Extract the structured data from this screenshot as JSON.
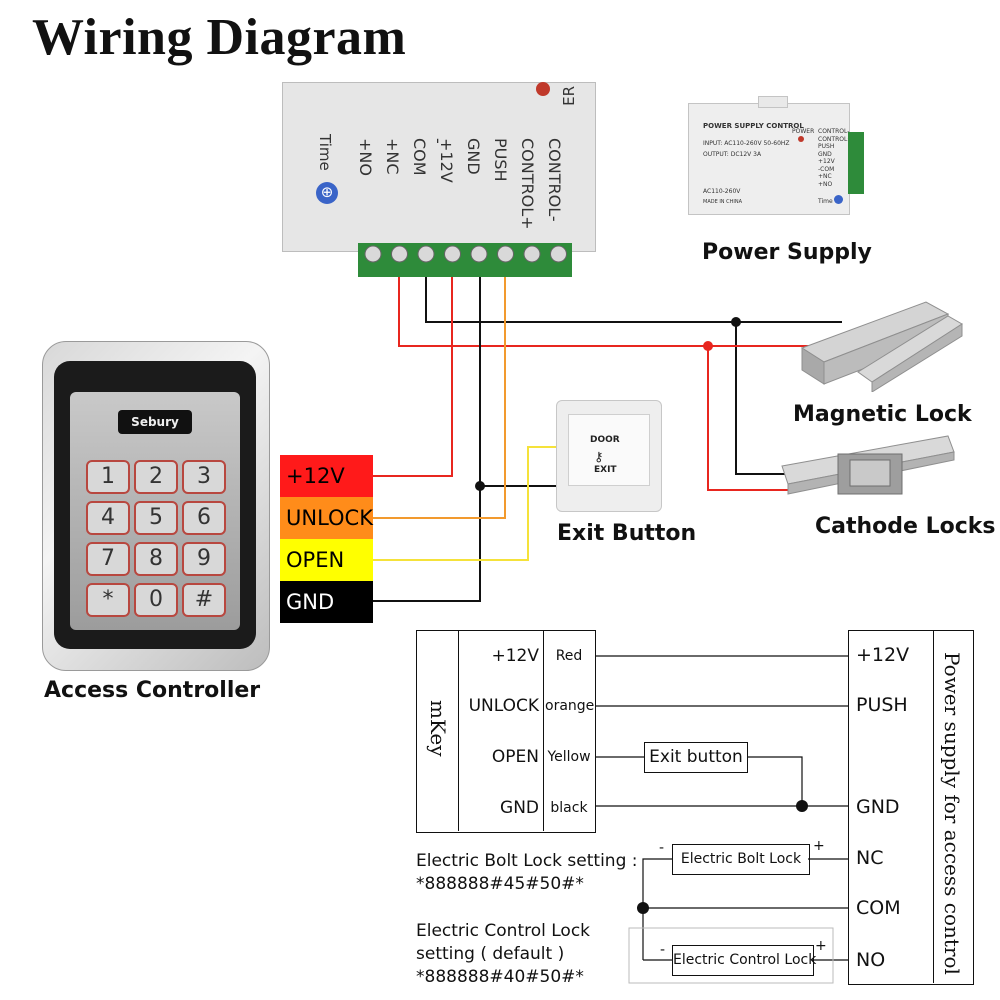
{
  "title": "Wiring Diagram",
  "captions": {
    "power_supply": "Power Supply",
    "magnetic_lock": "Magnetic Lock",
    "cathode_locks": "Cathode Locks",
    "exit_button": "Exit Button",
    "access_controller": "Access Controller"
  },
  "power_supply_unit": {
    "time_label": "Time",
    "partial_label": "ER",
    "terminals": [
      "+NO",
      "+NC",
      "-COM",
      "+12V",
      "GND",
      "PUSH",
      "CONTROL+",
      "CONTROL-"
    ]
  },
  "small_power_supply": {
    "title": "POWER SUPPLY CONTROL",
    "input": "INPUT: AC110-260V 50-60HZ",
    "output": "OUTPUT: DC12V  3A",
    "power": "POWER",
    "rating": "AC110-260V",
    "made": "MADE IN CHINA",
    "time": "Time",
    "terminals": [
      "CONTROL-",
      "CONTROL+",
      "PUSH",
      "GND",
      "+12V",
      "-COM",
      "+NC",
      "+NO"
    ]
  },
  "keypad": {
    "brand": "Sebury",
    "keys": [
      "1",
      "2",
      "3",
      "4",
      "5",
      "6",
      "7",
      "8",
      "9",
      "*",
      "0",
      "#"
    ]
  },
  "exit_button_face": {
    "line1": "DOOR",
    "line2": "EXIT"
  },
  "wire_blocks": [
    {
      "label": "+12V",
      "color": "#ff1a1a",
      "text_color": "#000000"
    },
    {
      "label": "UNLOCK",
      "color": "#ff8c1a",
      "text_color": "#000000"
    },
    {
      "label": "OPEN",
      "color": "#ffff00",
      "text_color": "#000000"
    },
    {
      "label": "GND",
      "color": "#000000",
      "text_color": "#ffffff"
    }
  ],
  "wire_colors": {
    "red": "#e8261f",
    "orange": "#f29a2e",
    "yellow": "#f5e23a",
    "black": "#111111"
  },
  "schematic": {
    "left_label": "mKey",
    "right_label": "Power supply for access control",
    "rows": [
      {
        "pin": "+12V",
        "wire": "Red",
        "target": "+12V"
      },
      {
        "pin": "UNLOCK",
        "wire": "orange",
        "target": "PUSH"
      },
      {
        "pin": "OPEN",
        "wire": "Yellow",
        "target": ""
      },
      {
        "pin": "GND",
        "wire": "black",
        "target": "GND"
      }
    ],
    "exit_button": "Exit button",
    "nc": "NC",
    "com": "COM",
    "no": "NO",
    "bolt_lock": "Electric Bolt Lock",
    "control_lock": "Electric Control Lock",
    "minus": "-",
    "plus": "+"
  },
  "notes": {
    "bolt_line1": "Electric Bolt Lock setting :",
    "bolt_line2": "*888888#45#50#*",
    "control_line1": "Electric Control Lock",
    "control_line2": "setting ( default )",
    "control_line3": "*888888#40#50#*"
  }
}
